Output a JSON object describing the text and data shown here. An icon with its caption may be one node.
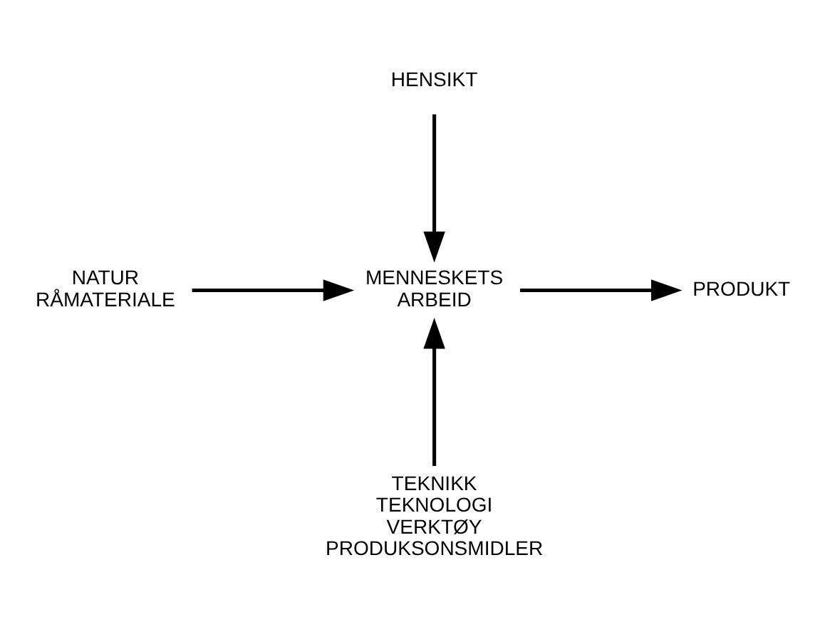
{
  "diagram": {
    "nodes": [
      {
        "text": [
          "HENSIKT"
        ]
      },
      {
        "text": [
          "NATUR RÅMATERIALE"
        ]
      },
      {
        "text": [
          "MENNESKETS ARBEID"
        ]
      },
      {
        "text": [
          "PRODUKT"
        ]
      },
      {
        "text": [
          "TEKNIKK TEKNOLOGI VERKTØY PRODUKSONSMIDLER"
        ]
      }
    ],
    "edges": [
      {
        "from": 0,
        "to": 2,
        "arrow": "to"
      },
      {
        "from": 1,
        "to": 2,
        "arrow": "to"
      },
      {
        "from": 2,
        "to": 3,
        "arrow": "to"
      },
      {
        "from": 4,
        "to": 2,
        "arrow": "to"
      }
    ]
  }
}
